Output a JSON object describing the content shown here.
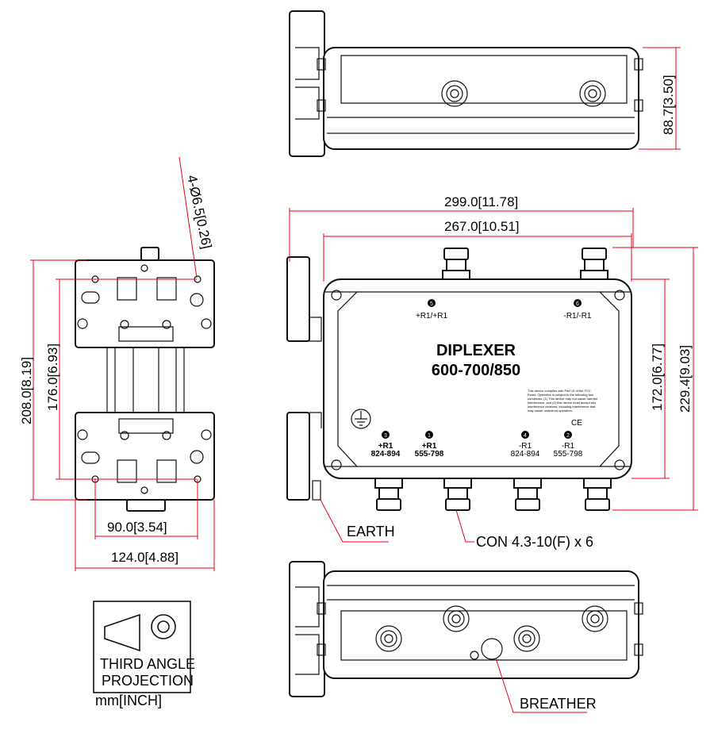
{
  "dimensions": {
    "top_height": "88.7[3.50]",
    "width_overall": "299.0[11.78]",
    "width_mount": "267.0[10.51]",
    "height_overall": "229.4[9.03]",
    "height_body": "172.0[6.77]",
    "bracket_holes": "4-Ø6.5[0.26]",
    "bracket_height": "208.0[8.19]",
    "bracket_hole_spacing_v": "176.0[6.93]",
    "bracket_hole_spacing_h": "90.0[3.54]",
    "bracket_width": "124.0[4.88]"
  },
  "device": {
    "title": "DIPLEXER",
    "subtitle": "600-700/850",
    "ports_top": [
      {
        "num": "5",
        "label": "+R1/+R1"
      },
      {
        "num": "6",
        "label": "-R1/-R1"
      }
    ],
    "ports_bottom": [
      {
        "num": "3",
        "label": "+R1",
        "range": "824-894"
      },
      {
        "num": "1",
        "label": "+R1",
        "range": "555-798"
      },
      {
        "num": "4",
        "label": "-R1",
        "range": "824-894"
      },
      {
        "num": "2",
        "label": "-R1",
        "range": "555-798"
      }
    ],
    "fcc_text": [
      "This device complies with Part 15 of the FCC",
      "Rules. Operation is subject to the following two",
      "conditions: (1) This device may not cause harmful",
      "interference, and (2) this device must accept any",
      "interference received, including interference that",
      "may cause undesired operation."
    ],
    "ce_mark": "CE"
  },
  "callouts": {
    "earth": "EARTH",
    "connector": "CON 4.3-10(F) x 6",
    "breather": "BREATHER"
  },
  "projection": {
    "line1": "THIRD ANGLE",
    "line2": "PROJECTION",
    "units": "mm[INCH]"
  }
}
